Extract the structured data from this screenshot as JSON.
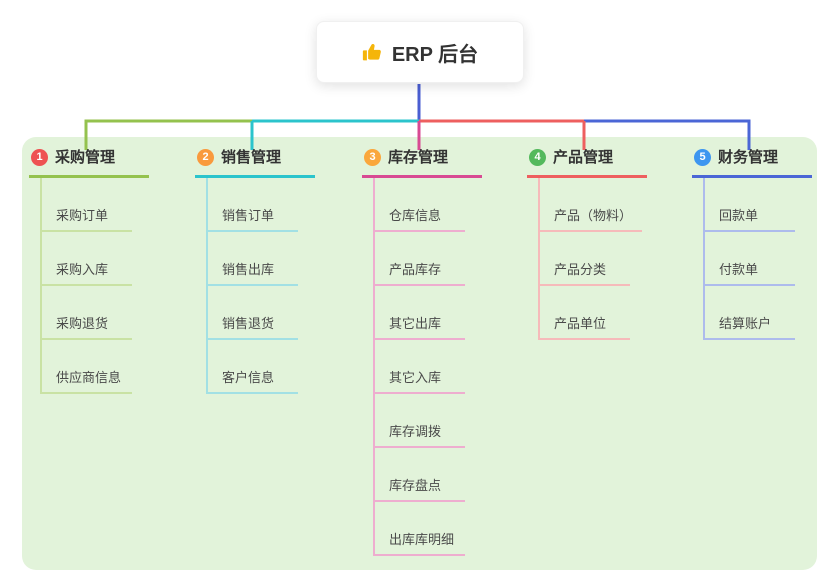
{
  "root": {
    "title": "ERP 后台",
    "icon": "thumbs-up-icon",
    "icon_color": "#f5b50a",
    "line_color": "#4a5ed2"
  },
  "panel_color": "#e2f3da",
  "branches": [
    {
      "num": "1",
      "label": "采购管理",
      "line": "#94c24e",
      "child_line": "#c9e2a4",
      "badge": "#ee5252",
      "children": [
        "采购订单",
        "采购入库",
        "采购退货",
        "供应商信息"
      ]
    },
    {
      "num": "2",
      "label": "销售管理",
      "line": "#2bc4cc",
      "child_line": "#a2e0e4",
      "badge": "#f99a3d",
      "children": [
        "销售订单",
        "销售出库",
        "销售退货",
        "客户信息"
      ]
    },
    {
      "num": "3",
      "label": "库存管理",
      "line": "#d84a93",
      "child_line": "#eeadcf",
      "badge": "#faa73c",
      "children": [
        "仓库信息",
        "产品库存",
        "其它出库",
        "其它入库",
        "库存调拨",
        "库存盘点",
        "出库库明细"
      ]
    },
    {
      "num": "4",
      "label": "产品管理",
      "line": "#ee5f5f",
      "child_line": "#f6baba",
      "badge": "#53b95c",
      "children": [
        "产品（物料）",
        "产品分类",
        "产品单位"
      ]
    },
    {
      "num": "5",
      "label": "财务管理",
      "line": "#4b66d6",
      "child_line": "#adbbec",
      "badge": "#3d96f0",
      "children": [
        "回款单",
        "付款单",
        "结算账户"
      ]
    }
  ]
}
